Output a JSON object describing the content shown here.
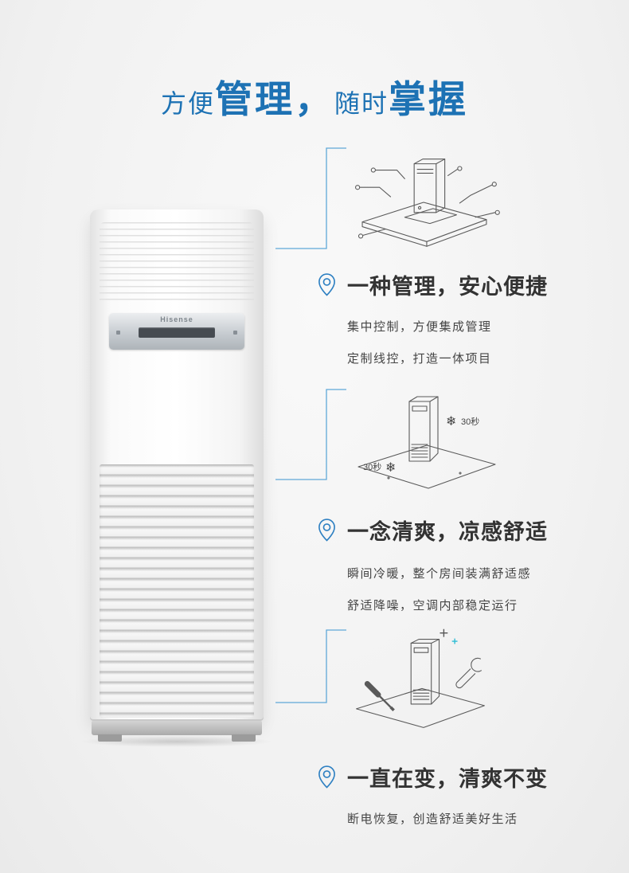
{
  "title": {
    "small1": "方便",
    "big1": "管理，",
    "small2": "随时",
    "big2": "掌握"
  },
  "ac_unit": {
    "brand": "Hisense"
  },
  "icons": {
    "snowflake": "❄"
  },
  "features": [
    {
      "heading": "一种管理，安心便捷",
      "desc_line1": "集中控制，方便集成管理",
      "desc_line2": "定制线控，打造一体项目"
    },
    {
      "heading": "一念清爽，凉感舒适",
      "desc_line1": "瞬间冷暖，整个房间装满舒适感",
      "desc_line2": "舒适降噪，空调内部稳定运行",
      "label_30s_top": "30秒",
      "label_30s_bottom": "30秒"
    },
    {
      "heading": "一直在变，清爽不变",
      "desc_line1": "断电恢复，创造舒适美好生活"
    }
  ],
  "colors": {
    "accent_blue": "#1d72b4",
    "connector_blue": "#5fa8d8",
    "heading_text": "#333333",
    "body_text": "#454545"
  }
}
